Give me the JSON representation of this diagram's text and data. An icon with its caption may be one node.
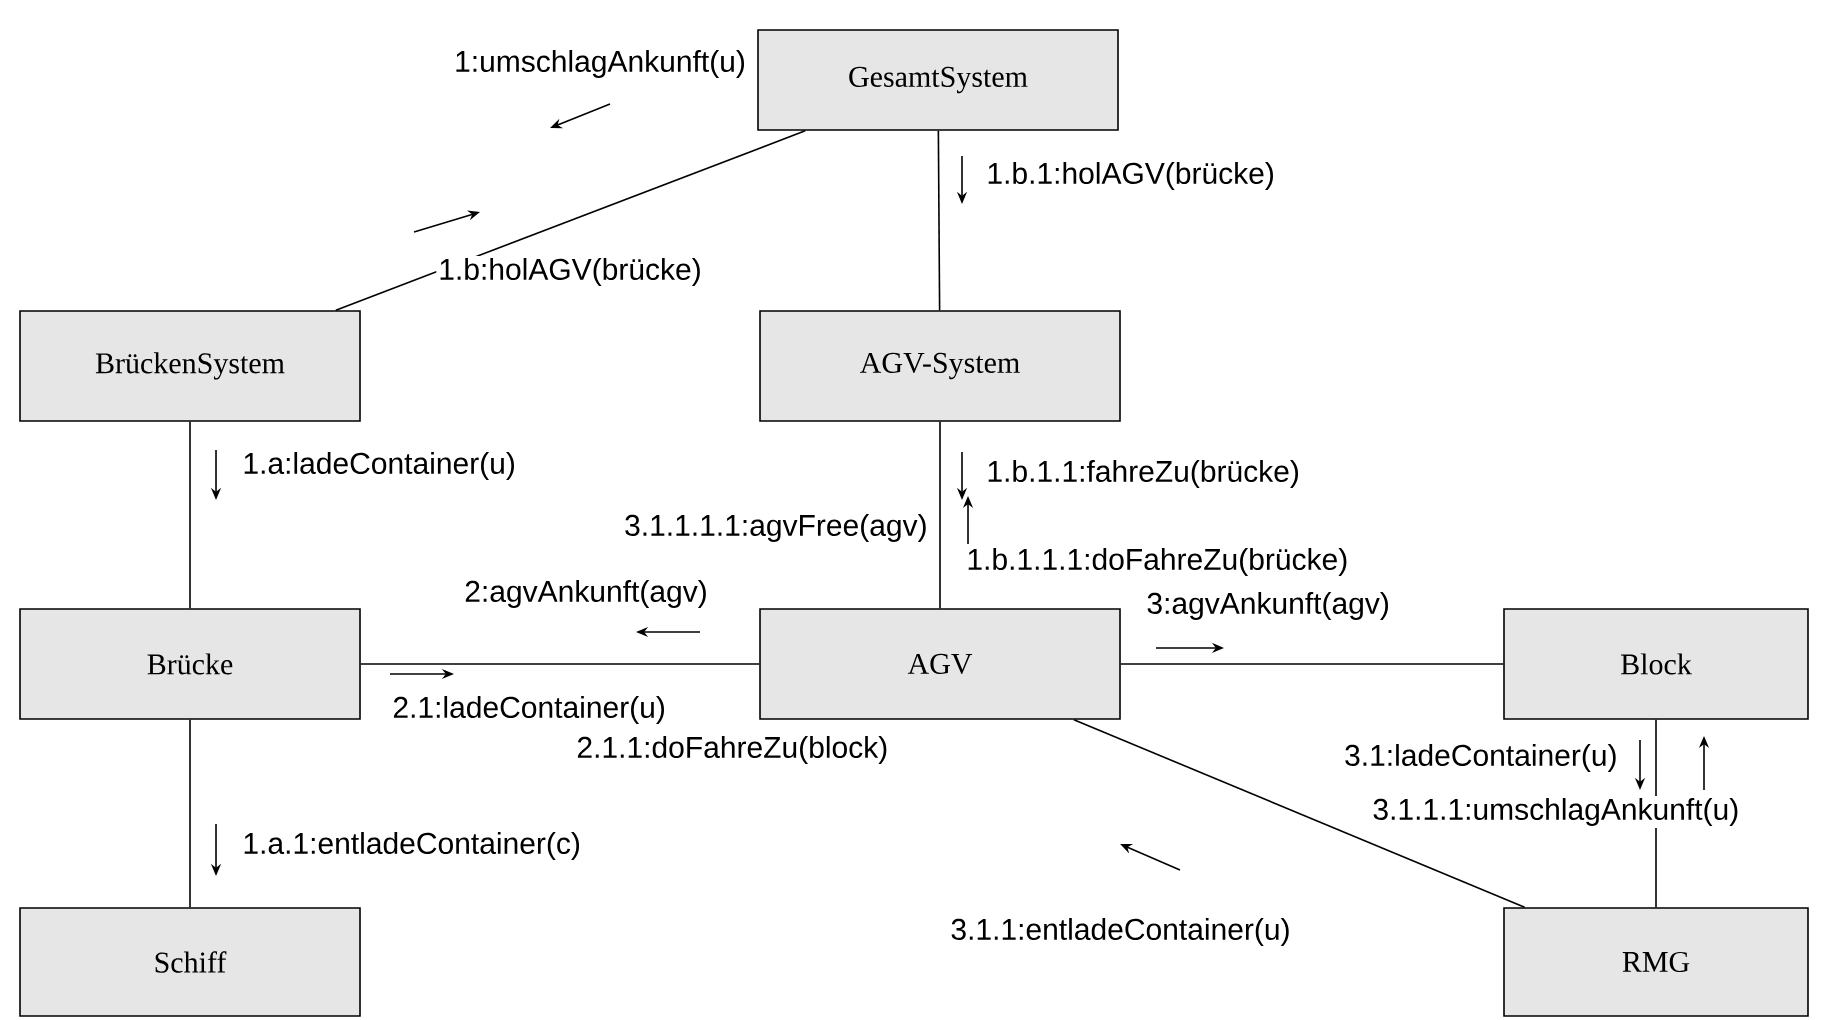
{
  "diagram": {
    "nodes": [
      {
        "text": [
          "GesamtSystem"
        ]
      },
      {
        "text": [
          "BrückenSystem"
        ]
      },
      {
        "text": [
          "AGV-System"
        ]
      },
      {
        "text": [
          "Brücke"
        ]
      },
      {
        "text": [
          "AGV"
        ]
      },
      {
        "text": [
          "Block"
        ]
      },
      {
        "text": [
          "Schiff"
        ]
      },
      {
        "text": [
          "RMG"
        ]
      }
    ],
    "edges": [
      {
        "from": 0,
        "to": 1,
        "arrow": "none"
      },
      {
        "from": 0,
        "to": 2,
        "arrow": "none"
      },
      {
        "from": 1,
        "to": 3,
        "arrow": "none"
      },
      {
        "from": 2,
        "to": 4,
        "arrow": "none"
      },
      {
        "from": 3,
        "to": 4,
        "arrow": "none"
      },
      {
        "from": 4,
        "to": 5,
        "arrow": "none"
      },
      {
        "from": 3,
        "to": 6,
        "arrow": "none"
      },
      {
        "from": 4,
        "to": 7,
        "arrow": "none"
      },
      {
        "from": 5,
        "to": 7,
        "arrow": "none"
      }
    ],
    "labels": [
      "1:umschlagAnkunft(u)",
      "1.b.1:holAGV(brücke)",
      "1.b:holAGV(brücke)",
      "1.a:ladeContainer(u)",
      "1.b.1.1:fahreZu(brücke)",
      "3.1.1.1.1:agvFree(agv)",
      "1.b.1.1.1:doFahreZu(brücke)",
      "2:agvAnkunft(agv)",
      "3:agvAnkunft(agv)",
      "2.1:ladeContainer(u)",
      "2.1.1:doFahreZu(block)",
      "1.a.1:entladeContainer(c)",
      "3.1:ladeContainer(u)",
      "3.1.1.1:umschlagAnkunft(u)",
      "3.1.1:entladeContainer(u)"
    ]
  }
}
